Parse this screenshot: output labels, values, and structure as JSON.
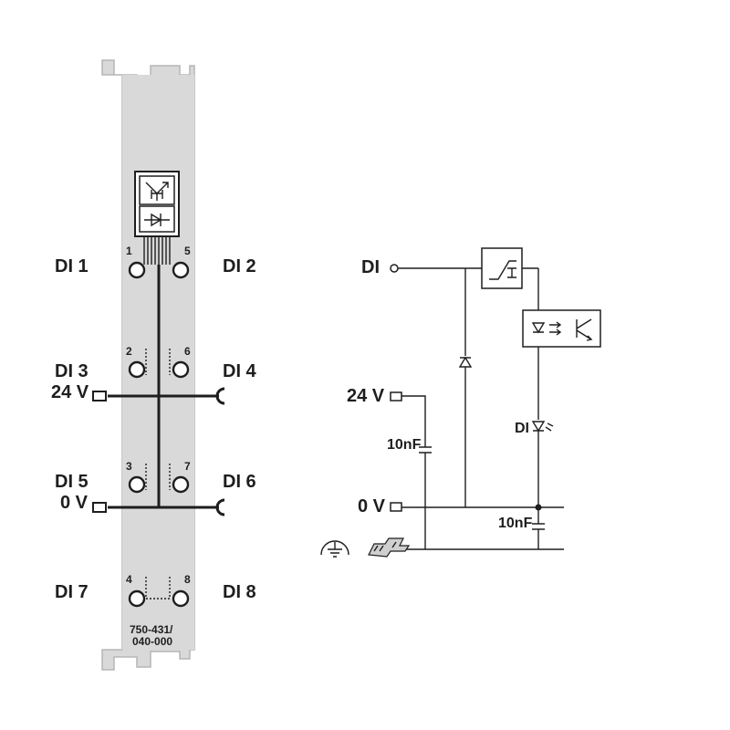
{
  "module": {
    "labels_left": [
      "DI 1",
      "DI 3",
      "24 V",
      "DI 5",
      "0 V",
      "DI 7"
    ],
    "labels_right": [
      "DI 2",
      "DI 4",
      "DI 6",
      "DI 8"
    ],
    "pin_numbers": [
      "1",
      "5",
      "2",
      "6",
      "3",
      "7",
      "4",
      "8"
    ],
    "part_number_line1": "750-431/",
    "part_number_line2": "040-000"
  },
  "circuit": {
    "input_label": "DI",
    "supply_label": "24 V",
    "ground_label": "0 V",
    "capacitor_left": "10nF",
    "capacitor_right": "10nF",
    "led_label": "DI"
  },
  "colors": {
    "line": "#1e1e1e",
    "module_fill": "#d9d9d9",
    "module_stroke": "#b5b5b5"
  }
}
